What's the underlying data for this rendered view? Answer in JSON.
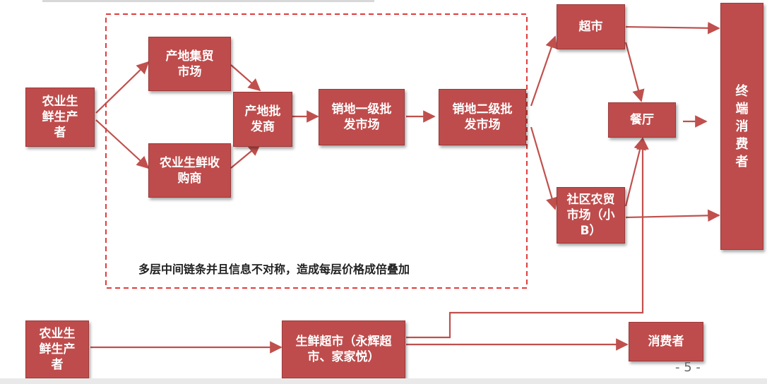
{
  "nodes": {
    "producer": "农业生鲜生产者",
    "origin_market": "产地集贸市场",
    "purchaser": "农业生鲜收购商",
    "origin_wholesaler": "产地批发商",
    "primary_wholesale": "销地一级批发市场",
    "secondary_wholesale": "销地二级批发市场",
    "supermarket": "超市",
    "restaurant": "餐厅",
    "community_market": "社区农贸市场（小B）",
    "end_consumer": "终端消费者",
    "producer_bottom": "农业生鲜生产者",
    "fresh_supermarket": "生鲜超市（永辉超市、家家悦）",
    "consumer": "消费者"
  },
  "note": "多层中间链条并且信息不对称，造成每层价格成倍叠加",
  "page_number": "- 5 -",
  "colors": {
    "box": "#bf4c4c",
    "arrow": "#c0504d",
    "dashed_border": "#e03c3c"
  }
}
